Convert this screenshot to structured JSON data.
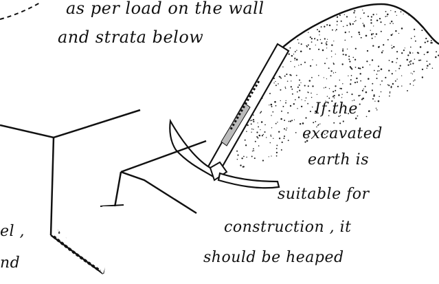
{
  "annotations": {
    "top_line1": "as per load on the wall",
    "top_line2": "and strata below",
    "right_line1": "If the",
    "right_line2": "excavated",
    "right_line3": "earth is",
    "right_line4": "suitable for",
    "right_line5": "construction , it",
    "right_line6": "should be heaped",
    "left_line1": "el ,",
    "left_line2": "nd"
  },
  "colors": {
    "ink": "#111111",
    "paper": "#ffffff"
  }
}
